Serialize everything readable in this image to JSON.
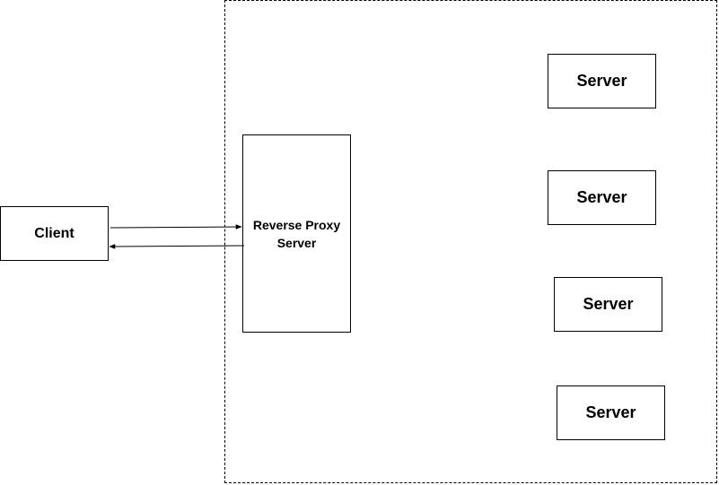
{
  "client": {
    "label": "Client"
  },
  "proxy": {
    "label": "Reverse Proxy Server"
  },
  "servers": [
    {
      "label": "Server"
    },
    {
      "label": "Server"
    },
    {
      "label": "Server"
    },
    {
      "label": "Server"
    }
  ],
  "colors": {
    "stroke": "#000000",
    "background": "#ffffff"
  }
}
